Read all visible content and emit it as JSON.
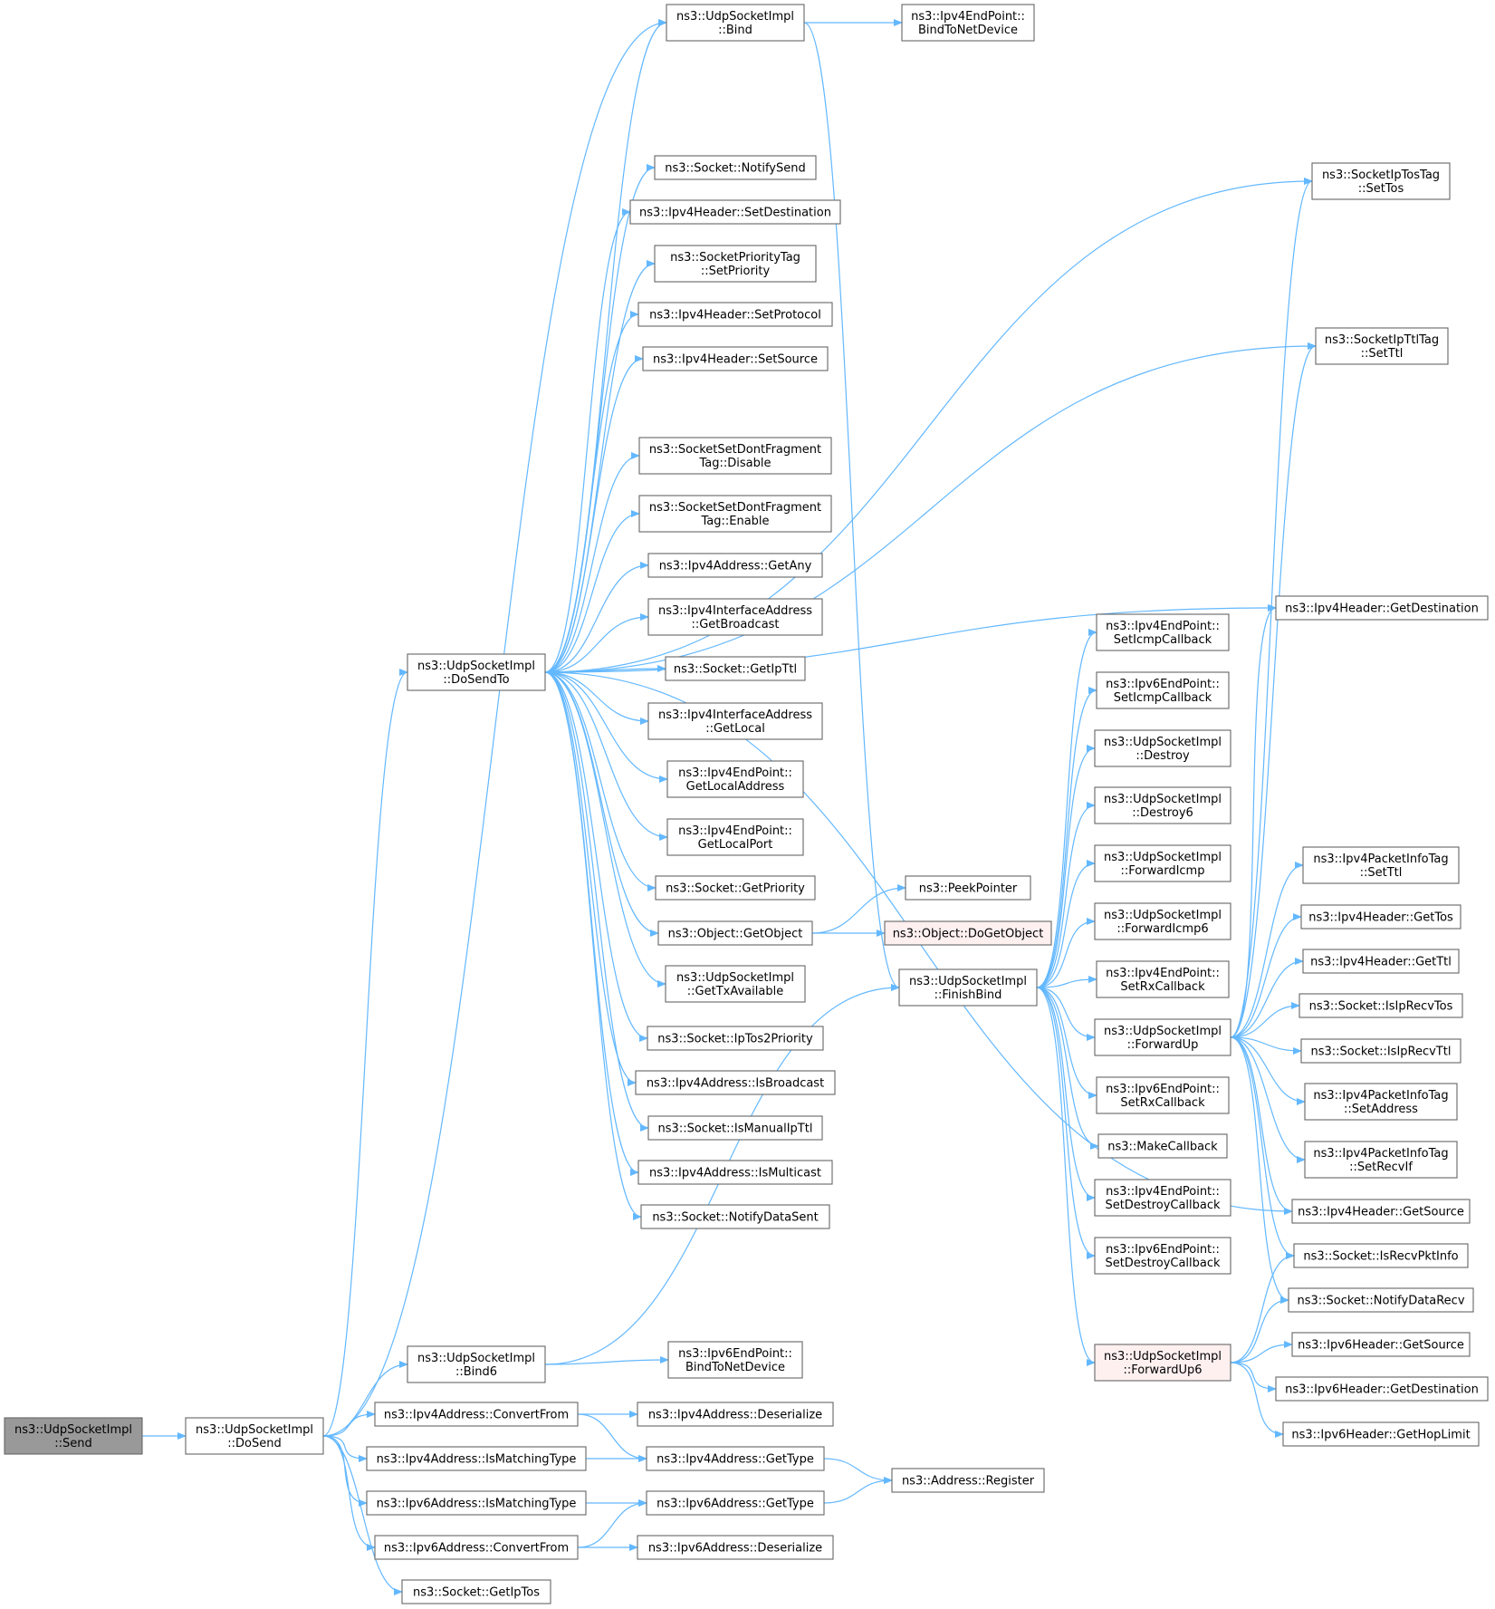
{
  "colors": {
    "edge": "#63b8ff",
    "node_border": "#666666",
    "node_fill": "#ffffff",
    "root_fill": "#999999",
    "highlight_fill": "#fff0f0",
    "highlight_border": "#ff0000"
  },
  "nodes": [
    {
      "id": "send",
      "lines": [
        "ns3::UdpSocketImpl",
        "::Send"
      ],
      "style": "root"
    },
    {
      "id": "dosend",
      "lines": [
        "ns3::UdpSocketImpl",
        "::DoSend"
      ]
    },
    {
      "id": "dosendto",
      "lines": [
        "ns3::UdpSocketImpl",
        "::DoSendTo"
      ]
    },
    {
      "id": "bind6",
      "lines": [
        "ns3::UdpSocketImpl",
        "::Bind6"
      ]
    },
    {
      "id": "v4convert",
      "lines": [
        "ns3::Ipv4Address::ConvertFrom"
      ]
    },
    {
      "id": "v4match",
      "lines": [
        "ns3::Ipv4Address::IsMatchingType"
      ]
    },
    {
      "id": "v6match",
      "lines": [
        "ns3::Ipv6Address::IsMatchingType"
      ]
    },
    {
      "id": "v6convert",
      "lines": [
        "ns3::Ipv6Address::ConvertFrom"
      ]
    },
    {
      "id": "getiptos",
      "lines": [
        "ns3::Socket::GetIpTos"
      ]
    },
    {
      "id": "bind",
      "lines": [
        "ns3::UdpSocketImpl",
        "::Bind"
      ]
    },
    {
      "id": "notifysend",
      "lines": [
        "ns3::Socket::NotifySend"
      ]
    },
    {
      "id": "setdest",
      "lines": [
        "ns3::Ipv4Header::SetDestination"
      ]
    },
    {
      "id": "setprio",
      "lines": [
        "ns3::SocketPriorityTag",
        "::SetPriority"
      ]
    },
    {
      "id": "setproto",
      "lines": [
        "ns3::Ipv4Header::SetProtocol"
      ]
    },
    {
      "id": "setsrc",
      "lines": [
        "ns3::Ipv4Header::SetSource"
      ]
    },
    {
      "id": "dfdisable",
      "lines": [
        "ns3::SocketSetDontFragment",
        "Tag::Disable"
      ]
    },
    {
      "id": "dfenable",
      "lines": [
        "ns3::SocketSetDontFragment",
        "Tag::Enable"
      ]
    },
    {
      "id": "getany",
      "lines": [
        "ns3::Ipv4Address::GetAny"
      ]
    },
    {
      "id": "getbcast",
      "lines": [
        "ns3::Ipv4InterfaceAddress",
        "::GetBroadcast"
      ]
    },
    {
      "id": "getipttl",
      "lines": [
        "ns3::Socket::GetIpTtl"
      ]
    },
    {
      "id": "getlocal",
      "lines": [
        "ns3::Ipv4InterfaceAddress",
        "::GetLocal"
      ]
    },
    {
      "id": "eplocaladdr",
      "lines": [
        "ns3::Ipv4EndPoint::",
        "GetLocalAddress"
      ]
    },
    {
      "id": "eplocalport",
      "lines": [
        "ns3::Ipv4EndPoint::",
        "GetLocalPort"
      ]
    },
    {
      "id": "getprio",
      "lines": [
        "ns3::Socket::GetPriority"
      ]
    },
    {
      "id": "getobject",
      "lines": [
        "ns3::Object::GetObject"
      ]
    },
    {
      "id": "gettxavail",
      "lines": [
        "ns3::UdpSocketImpl",
        "::GetTxAvailable"
      ]
    },
    {
      "id": "iptos2prio",
      "lines": [
        "ns3::Socket::IpTos2Priority"
      ]
    },
    {
      "id": "isbcast",
      "lines": [
        "ns3::Ipv4Address::IsBroadcast"
      ]
    },
    {
      "id": "ismanual",
      "lines": [
        "ns3::Socket::IsManualIpTtl"
      ]
    },
    {
      "id": "ismcast",
      "lines": [
        "ns3::Ipv4Address::IsMulticast"
      ]
    },
    {
      "id": "notifydatasent",
      "lines": [
        "ns3::Socket::NotifyDataSent"
      ]
    },
    {
      "id": "v6bindnd",
      "lines": [
        "ns3::Ipv6EndPoint::",
        "BindToNetDevice"
      ]
    },
    {
      "id": "v4deser",
      "lines": [
        "ns3::Ipv4Address::Deserialize"
      ]
    },
    {
      "id": "v4gettype",
      "lines": [
        "ns3::Ipv4Address::GetType"
      ]
    },
    {
      "id": "v6gettype",
      "lines": [
        "ns3::Ipv6Address::GetType"
      ]
    },
    {
      "id": "v6deser",
      "lines": [
        "ns3::Ipv6Address::Deserialize"
      ]
    },
    {
      "id": "v4bindnd",
      "lines": [
        "ns3::Ipv4EndPoint::",
        "BindToNetDevice"
      ]
    },
    {
      "id": "peekptr",
      "lines": [
        "ns3::PeekPointer"
      ]
    },
    {
      "id": "dogetobj",
      "lines": [
        "ns3::Object::DoGetObject"
      ],
      "style": "highlight"
    },
    {
      "id": "finishbind",
      "lines": [
        "ns3::UdpSocketImpl",
        "::FinishBind"
      ]
    },
    {
      "id": "addrreg",
      "lines": [
        "ns3::Address::Register"
      ]
    },
    {
      "id": "v4seticmp",
      "lines": [
        "ns3::Ipv4EndPoint::",
        "SetIcmpCallback"
      ]
    },
    {
      "id": "v6seticmp",
      "lines": [
        "ns3::Ipv6EndPoint::",
        "SetIcmpCallback"
      ]
    },
    {
      "id": "destroy",
      "lines": [
        "ns3::UdpSocketImpl",
        "::Destroy"
      ]
    },
    {
      "id": "destroy6",
      "lines": [
        "ns3::UdpSocketImpl",
        "::Destroy6"
      ]
    },
    {
      "id": "fwdicmp",
      "lines": [
        "ns3::UdpSocketImpl",
        "::ForwardIcmp"
      ]
    },
    {
      "id": "fwdicmp6",
      "lines": [
        "ns3::UdpSocketImpl",
        "::ForwardIcmp6"
      ]
    },
    {
      "id": "v4setrx",
      "lines": [
        "ns3::Ipv4EndPoint::",
        "SetRxCallback"
      ]
    },
    {
      "id": "fwdup",
      "lines": [
        "ns3::UdpSocketImpl",
        "::ForwardUp"
      ]
    },
    {
      "id": "v6setrx",
      "lines": [
        "ns3::Ipv6EndPoint::",
        "SetRxCallback"
      ]
    },
    {
      "id": "makecb",
      "lines": [
        "ns3::MakeCallback"
      ]
    },
    {
      "id": "v4setdestroy",
      "lines": [
        "ns3::Ipv4EndPoint::",
        "SetDestroyCallback"
      ]
    },
    {
      "id": "v6setdestroy",
      "lines": [
        "ns3::Ipv6EndPoint::",
        "SetDestroyCallback"
      ]
    },
    {
      "id": "fwdup6",
      "lines": [
        "ns3::UdpSocketImpl",
        "::ForwardUp6"
      ],
      "style": "highlight"
    },
    {
      "id": "tossettos",
      "lines": [
        "ns3::SocketIpTosTag",
        "::SetTos"
      ]
    },
    {
      "id": "ttlsetttl",
      "lines": [
        "ns3::SocketIpTtlTag",
        "::SetTtl"
      ]
    },
    {
      "id": "v4getdest",
      "lines": [
        "ns3::Ipv4Header::GetDestination"
      ]
    },
    {
      "id": "pisetttl",
      "lines": [
        "ns3::Ipv4PacketInfoTag",
        "::SetTtl"
      ]
    },
    {
      "id": "v4gettos",
      "lines": [
        "ns3::Ipv4Header::GetTos"
      ]
    },
    {
      "id": "v4getttl",
      "lines": [
        "ns3::Ipv4Header::GetTtl"
      ]
    },
    {
      "id": "isrecvtos",
      "lines": [
        "ns3::Socket::IsIpRecvTos"
      ]
    },
    {
      "id": "isrecvttl",
      "lines": [
        "ns3::Socket::IsIpRecvTtl"
      ]
    },
    {
      "id": "pisetaddr",
      "lines": [
        "ns3::Ipv4PacketInfoTag",
        "::SetAddress"
      ]
    },
    {
      "id": "pisetrecvif",
      "lines": [
        "ns3::Ipv4PacketInfoTag",
        "::SetRecvIf"
      ]
    },
    {
      "id": "v4getsrc",
      "lines": [
        "ns3::Ipv4Header::GetSource"
      ]
    },
    {
      "id": "isrecvpkt",
      "lines": [
        "ns3::Socket::IsRecvPktInfo"
      ]
    },
    {
      "id": "notifydatarecv",
      "lines": [
        "ns3::Socket::NotifyDataRecv"
      ]
    },
    {
      "id": "v6getsrc",
      "lines": [
        "ns3::Ipv6Header::GetSource"
      ]
    },
    {
      "id": "v6getdest",
      "lines": [
        "ns3::Ipv6Header::GetDestination"
      ]
    },
    {
      "id": "v6gethop",
      "lines": [
        "ns3::Ipv6Header::GetHopLimit"
      ]
    }
  ],
  "edges": [
    [
      "send",
      "dosend"
    ],
    [
      "dosend",
      "bind"
    ],
    [
      "dosend",
      "dosendto"
    ],
    [
      "dosend",
      "bind6"
    ],
    [
      "dosend",
      "v4convert"
    ],
    [
      "dosend",
      "v4match"
    ],
    [
      "dosend",
      "v6match"
    ],
    [
      "dosend",
      "v6convert"
    ],
    [
      "dosend",
      "getiptos"
    ],
    [
      "dosendto",
      "bind"
    ],
    [
      "dosendto",
      "tossettos"
    ],
    [
      "dosendto",
      "ttlsetttl"
    ],
    [
      "dosendto",
      "notifysend"
    ],
    [
      "dosendto",
      "setdest"
    ],
    [
      "dosendto",
      "setprio"
    ],
    [
      "dosendto",
      "setproto"
    ],
    [
      "dosendto",
      "setsrc"
    ],
    [
      "dosendto",
      "v4getdest"
    ],
    [
      "dosendto",
      "dfdisable"
    ],
    [
      "dosendto",
      "dfenable"
    ],
    [
      "dosendto",
      "getany"
    ],
    [
      "dosendto",
      "getbcast"
    ],
    [
      "dosendto",
      "getipttl"
    ],
    [
      "dosendto",
      "getlocal"
    ],
    [
      "dosendto",
      "eplocaladdr"
    ],
    [
      "dosendto",
      "eplocalport"
    ],
    [
      "dosendto",
      "getprio"
    ],
    [
      "dosendto",
      "getobject"
    ],
    [
      "dosendto",
      "gettxavail"
    ],
    [
      "dosendto",
      "iptos2prio"
    ],
    [
      "dosendto",
      "isbcast"
    ],
    [
      "dosendto",
      "ismanual"
    ],
    [
      "dosendto",
      "ismcast"
    ],
    [
      "dosendto",
      "notifydatasent"
    ],
    [
      "dosendto",
      "v4getsrc"
    ],
    [
      "bind",
      "v4bindnd"
    ],
    [
      "bind",
      "finishbind"
    ],
    [
      "bind6",
      "finishbind"
    ],
    [
      "bind6",
      "v6bindnd"
    ],
    [
      "v4convert",
      "v4deser"
    ],
    [
      "v4convert",
      "v4gettype"
    ],
    [
      "v4match",
      "v4gettype"
    ],
    [
      "v6match",
      "v6gettype"
    ],
    [
      "v6convert",
      "v6gettype"
    ],
    [
      "v6convert",
      "v6deser"
    ],
    [
      "v4gettype",
      "addrreg"
    ],
    [
      "v6gettype",
      "addrreg"
    ],
    [
      "getobject",
      "peekptr"
    ],
    [
      "getobject",
      "dogetobj"
    ],
    [
      "finishbind",
      "v4seticmp"
    ],
    [
      "finishbind",
      "v6seticmp"
    ],
    [
      "finishbind",
      "destroy"
    ],
    [
      "finishbind",
      "destroy6"
    ],
    [
      "finishbind",
      "fwdicmp"
    ],
    [
      "finishbind",
      "fwdicmp6"
    ],
    [
      "finishbind",
      "v4setrx"
    ],
    [
      "finishbind",
      "fwdup"
    ],
    [
      "finishbind",
      "v6setrx"
    ],
    [
      "finishbind",
      "makecb"
    ],
    [
      "finishbind",
      "v4setdestroy"
    ],
    [
      "finishbind",
      "v6setdestroy"
    ],
    [
      "finishbind",
      "fwdup6"
    ],
    [
      "fwdup",
      "tossettos"
    ],
    [
      "fwdup",
      "ttlsetttl"
    ],
    [
      "fwdup",
      "v4getdest"
    ],
    [
      "fwdup",
      "pisetttl"
    ],
    [
      "fwdup",
      "v4gettos"
    ],
    [
      "fwdup",
      "v4getttl"
    ],
    [
      "fwdup",
      "isrecvtos"
    ],
    [
      "fwdup",
      "isrecvttl"
    ],
    [
      "fwdup",
      "pisetaddr"
    ],
    [
      "fwdup",
      "pisetrecvif"
    ],
    [
      "fwdup",
      "v4getsrc"
    ],
    [
      "fwdup",
      "isrecvpkt"
    ],
    [
      "fwdup",
      "notifydatarecv"
    ],
    [
      "fwdup6",
      "isrecvpkt"
    ],
    [
      "fwdup6",
      "notifydatarecv"
    ],
    [
      "fwdup6",
      "v6getsrc"
    ],
    [
      "fwdup6",
      "v6getdest"
    ],
    [
      "fwdup6",
      "v6gethop"
    ]
  ]
}
